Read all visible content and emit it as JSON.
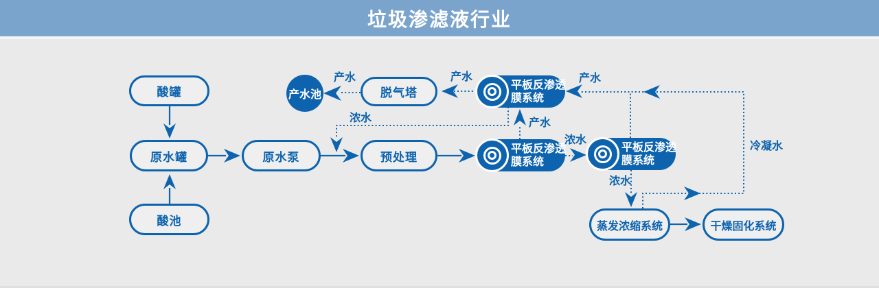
{
  "header": {
    "title": "垃圾渗滤液行业"
  },
  "colors": {
    "accent_blue": "#0d63ae",
    "header_bg": "#7ba4cd",
    "canvas_bg": "#eaeaea",
    "outline_node_fill": "#efefef",
    "solid_node_text": "#ffffff"
  },
  "nodes": {
    "acid_tank": "酸罐",
    "raw_water_tank": "原水罐",
    "acid_pool": "酸池",
    "raw_water_pump": "原水泵",
    "pretreatment": "预处理",
    "degassing_tower": "脱气塔",
    "product_water_pool": "产水池",
    "evaporation_system": "蒸发浓缩系统",
    "drying_system": "干燥固化系统"
  },
  "ro_systems": [
    {
      "line1": "平板反渗透",
      "line2": "膜系统"
    },
    {
      "line1": "平板反渗透",
      "line2": "膜系统"
    },
    {
      "line1": "平板反渗透",
      "line2": "膜系统"
    }
  ],
  "flow_labels": {
    "product_to_pool": "产水",
    "product_to_tower": "产水",
    "product_mid_to_top": "产水",
    "product_right_to_top": "产水",
    "concentrate_return": "浓水",
    "concentrate_mid": "浓水",
    "concentrate_to_evap": "浓水",
    "condensate": "冷凝水"
  }
}
